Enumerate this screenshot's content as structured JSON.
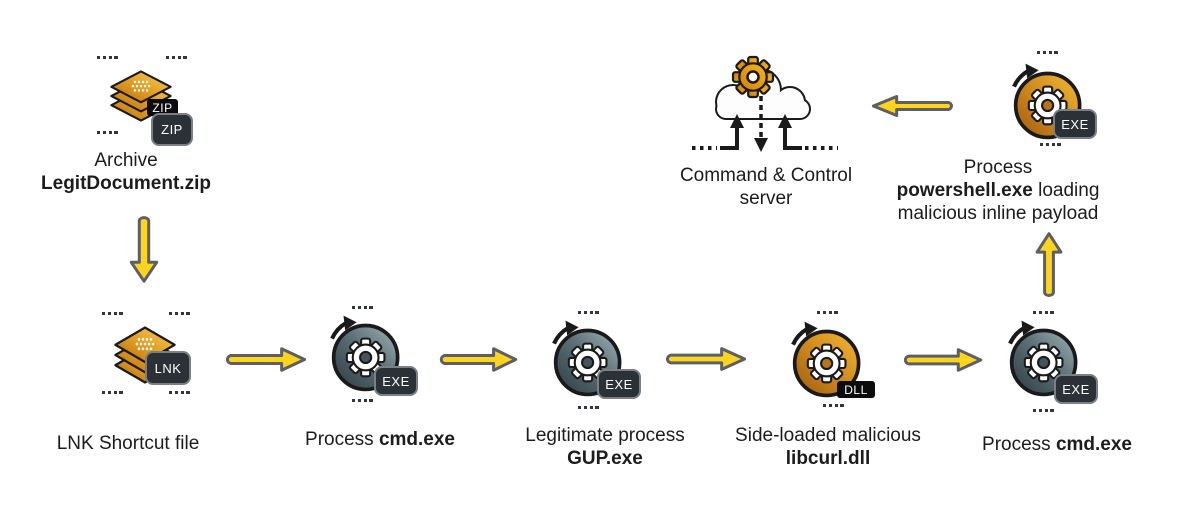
{
  "diagram": {
    "nodes": {
      "archive": {
        "icon": "file-stack-icon",
        "title": "Archive",
        "filename": "LegitDocument.zip",
        "badge_small": "ZIP",
        "badge_large": "ZIP"
      },
      "lnk": {
        "icon": "file-stack-icon",
        "label": "LNK Shortcut file",
        "badge": "LNK"
      },
      "cmd1": {
        "icon": "process-icon",
        "label_prefix": "Process ",
        "label_bold": "cmd.exe",
        "badge": "EXE"
      },
      "gup": {
        "icon": "process-icon",
        "label_line1": "Legitimate process",
        "label_bold": "GUP.exe",
        "badge": "EXE"
      },
      "libcurl": {
        "icon": "process-icon",
        "label_line1": "Side-loaded malicious",
        "label_bold": "libcurl.dll",
        "badge": "DLL"
      },
      "cmd2": {
        "icon": "process-icon",
        "label_prefix": "Process ",
        "label_bold": "cmd.exe",
        "badge": "EXE"
      },
      "powershell": {
        "icon": "process-icon",
        "label_line1": "Process",
        "label_bold": "powershell.exe",
        "label_line2_rest": " loading",
        "label_line3": "malicious inline payload",
        "badge": "EXE"
      },
      "c2": {
        "icon": "cloud-gear-icon",
        "label_line1": "Command & Control",
        "label_line2": "server"
      }
    },
    "edges": [
      {
        "from": "archive",
        "to": "lnk",
        "direction": "down"
      },
      {
        "from": "lnk",
        "to": "cmd1",
        "direction": "right"
      },
      {
        "from": "cmd1",
        "to": "gup",
        "direction": "right"
      },
      {
        "from": "gup",
        "to": "libcurl",
        "direction": "right"
      },
      {
        "from": "libcurl",
        "to": "cmd2",
        "direction": "right"
      },
      {
        "from": "cmd2",
        "to": "powershell",
        "direction": "up"
      },
      {
        "from": "powershell",
        "to": "c2",
        "direction": "left"
      }
    ],
    "colors": {
      "background": "#FFFFFF",
      "arrow_fill": "#FFD41F",
      "arrow_outline": "#5C6064",
      "process_teal_light": "#A3B6BB",
      "process_teal_dark": "#2B3A42",
      "malicious_orange_light": "#F6BB33",
      "malicious_orange_dark": "#9F5A10",
      "file_gold_light": "#F8CF5A",
      "file_gold_dark": "#B06A12",
      "badge_background": "#2C3138",
      "badge_border": "#7B8086",
      "black_badge_background": "#0C0C0C",
      "text": "#1C1C1C"
    }
  }
}
